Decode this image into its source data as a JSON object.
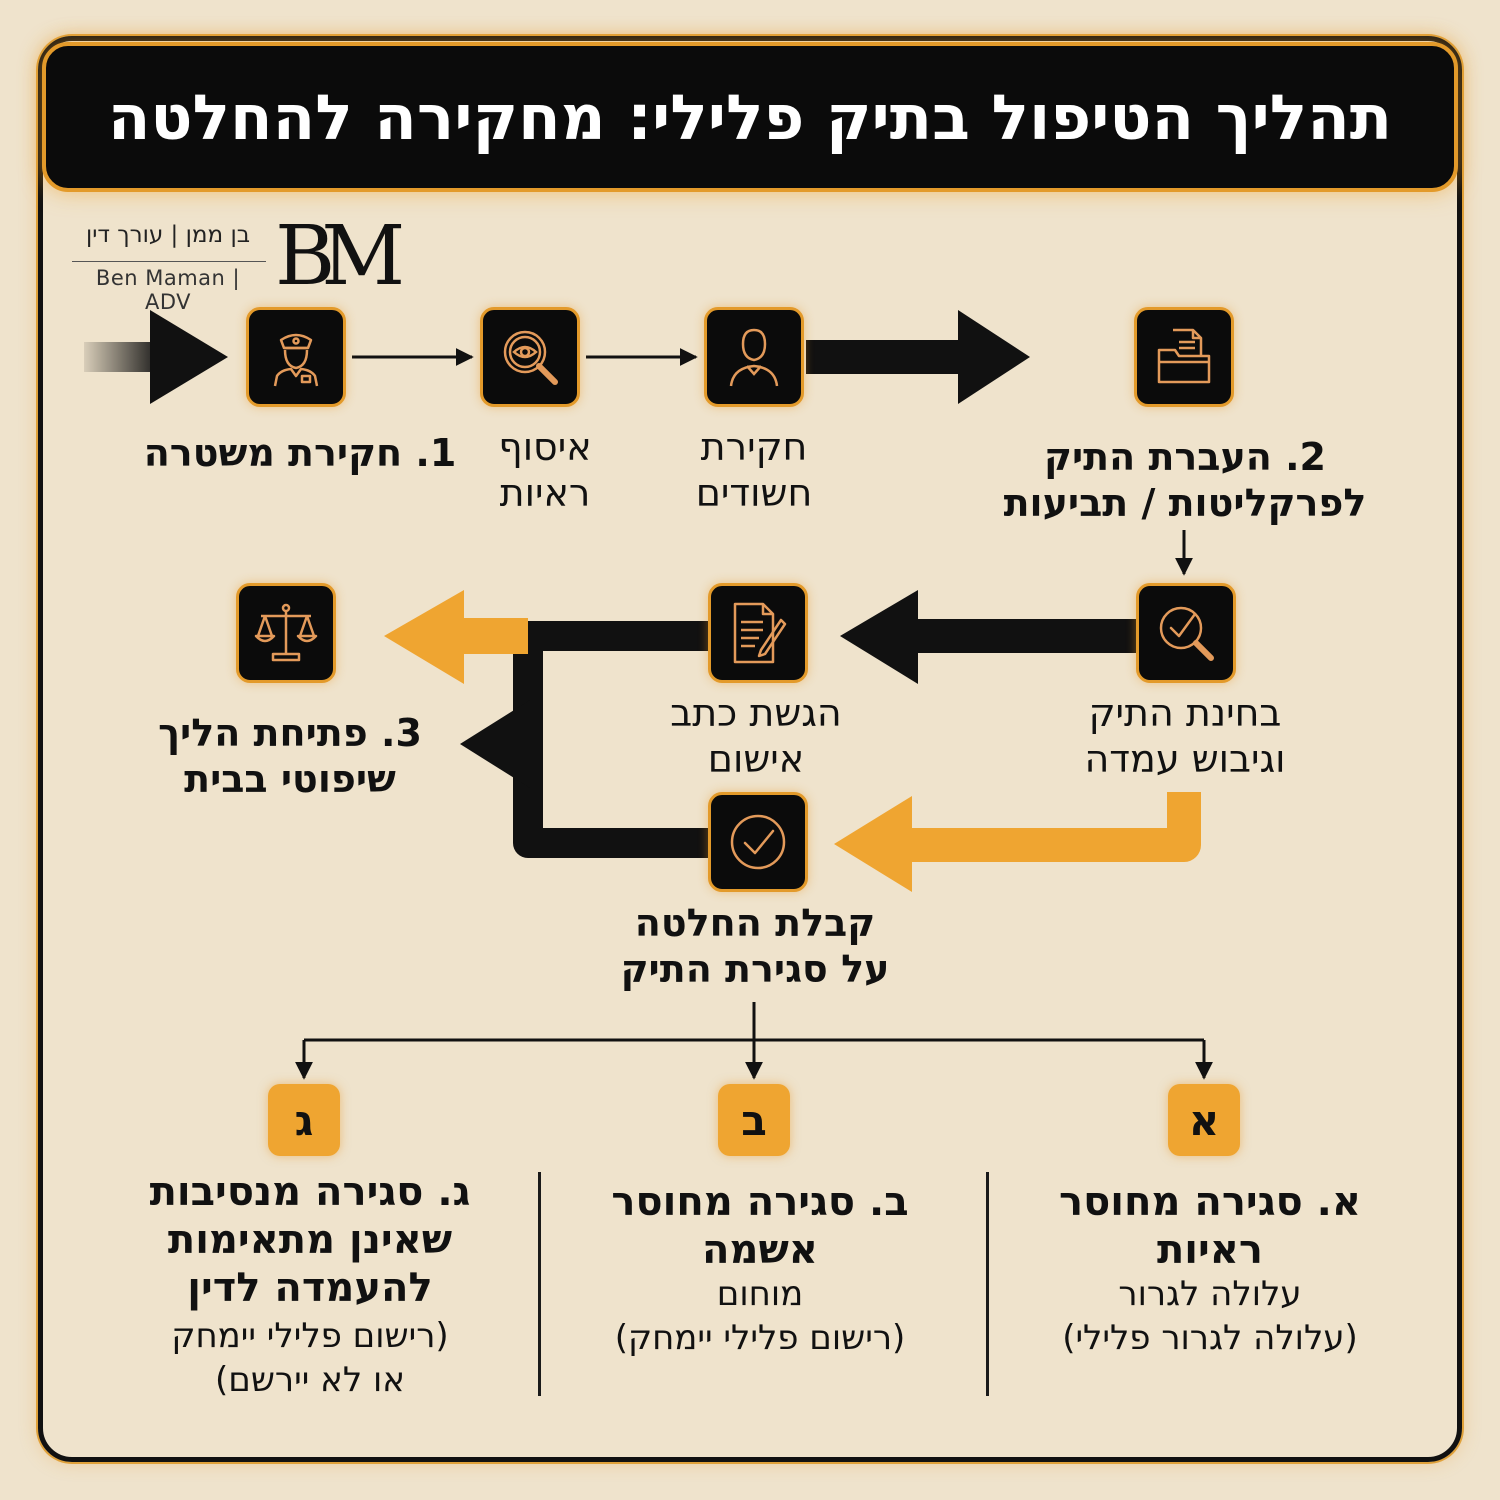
{
  "header": {
    "title": "תהליך הטיפול בתיק פלילי: מחקירה להחלטה"
  },
  "logo": {
    "hebrew": "בן ממן | עורך דין",
    "english": "Ben Maman | ADV",
    "mark": "BM"
  },
  "colors": {
    "background": "#efe3cc",
    "accent": "#efa531",
    "dark": "#0b0b0b",
    "border_glow": "#e39a2a"
  },
  "steps": {
    "police": {
      "label": "1. חקירת משטרה",
      "icon": "police-officer-icon"
    },
    "evidence": {
      "line1": "איסוף",
      "line2": "ראיות",
      "icon": "magnifier-eye-icon"
    },
    "suspects": {
      "line1": "חקירת",
      "line2": "חשודים",
      "icon": "person-icon"
    },
    "transfer": {
      "line1": "2. העברת התיק",
      "line2": "לפרקליטות / תביעות",
      "icon": "folder-icon"
    },
    "review": {
      "line1": "בחינת התיק",
      "line2": "וגיבוש עמדה",
      "icon": "search-check-icon"
    },
    "indictment": {
      "line1": "הגשת כתב",
      "line2": "אישום",
      "icon": "document-pen-icon"
    },
    "trial": {
      "line1": "3. פתיחת הליך",
      "line2": "שיפוטי בבית",
      "icon": "scales-icon"
    },
    "decision": {
      "line1": "קבלת החלטה",
      "line2": "על סגירת התיק",
      "icon": "check-circle-icon"
    }
  },
  "outcomes": [
    {
      "letter": "א",
      "title": [
        "א. סגירה מחוסר",
        "ראיות"
      ],
      "note": [
        "עלולה לגרור",
        "(עלולה לגרור פלילי)"
      ]
    },
    {
      "letter": "ב",
      "title": [
        "ב. סגירה מחוסר",
        "אשמה"
      ],
      "note": [
        "מוחום",
        "(רישום פלילי יימחק)"
      ]
    },
    {
      "letter": "ג",
      "title": [
        "ג. סגירה מנסיבות",
        "שאינן מתאימות",
        "להעמדה לדין"
      ],
      "note": [
        "(רישום פלילי יימחק",
        "או לא יירשם)"
      ]
    }
  ]
}
